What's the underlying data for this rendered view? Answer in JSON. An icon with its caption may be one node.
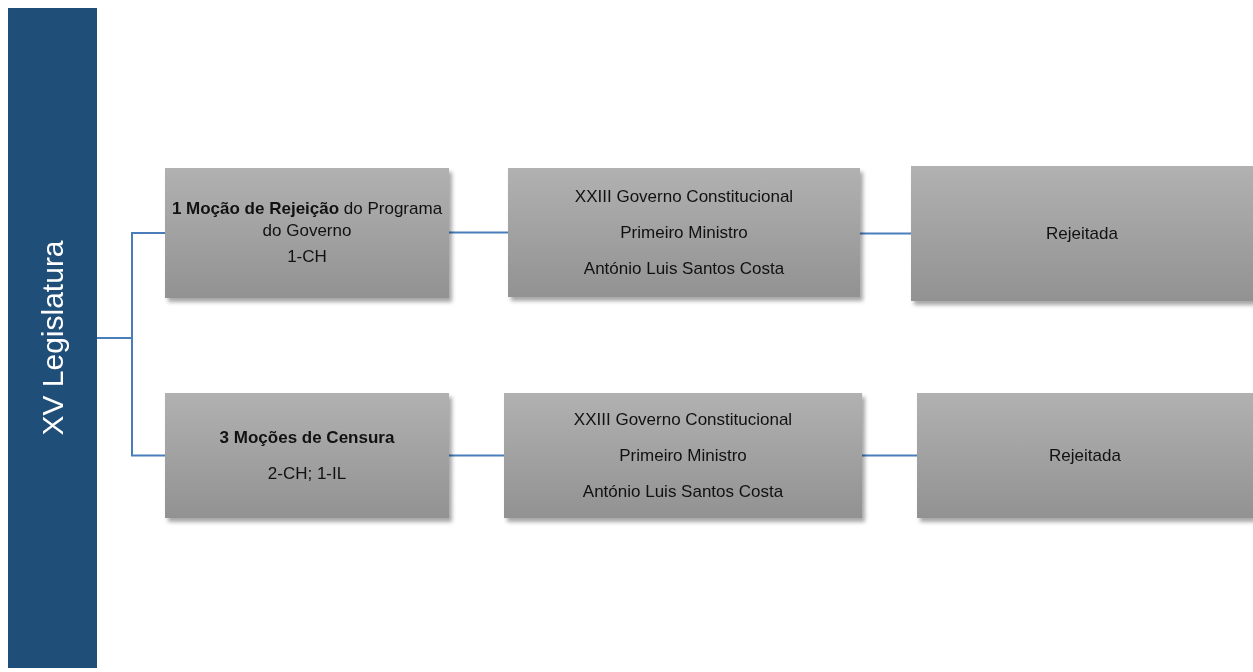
{
  "diagram": {
    "nodes": [
      {
        "text": [
          "XV Legislatura"
        ]
      },
      {
        "text": [
          "**1 Moção de Rejeição** do Programa do Governo",
          "1-CH"
        ]
      },
      {
        "text": [
          "XXIII Governo Constitucional",
          "Primeiro Ministro",
          "António Luis Santos Costa"
        ]
      },
      {
        "text": [
          "Rejeitada"
        ]
      },
      {
        "text": [
          "3 Moções de Censura",
          "2-CH; 1-IL"
        ]
      },
      {
        "text": [
          "XXIII Governo Constitucional",
          "Primeiro Ministro",
          "António Luis Santos Costa"
        ]
      },
      {
        "text": [
          "Rejeitada"
        ]
      }
    ],
    "edges": [
      {
        "from": 0,
        "to": 1,
        "arrow": "none"
      },
      {
        "from": 0,
        "to": 4,
        "arrow": "none"
      },
      {
        "from": 1,
        "to": 2,
        "arrow": "none"
      },
      {
        "from": 2,
        "to": 3,
        "arrow": "none"
      },
      {
        "from": 4,
        "to": 5,
        "arrow": "none"
      },
      {
        "from": 5,
        "to": 6,
        "arrow": "none"
      }
    ]
  }
}
